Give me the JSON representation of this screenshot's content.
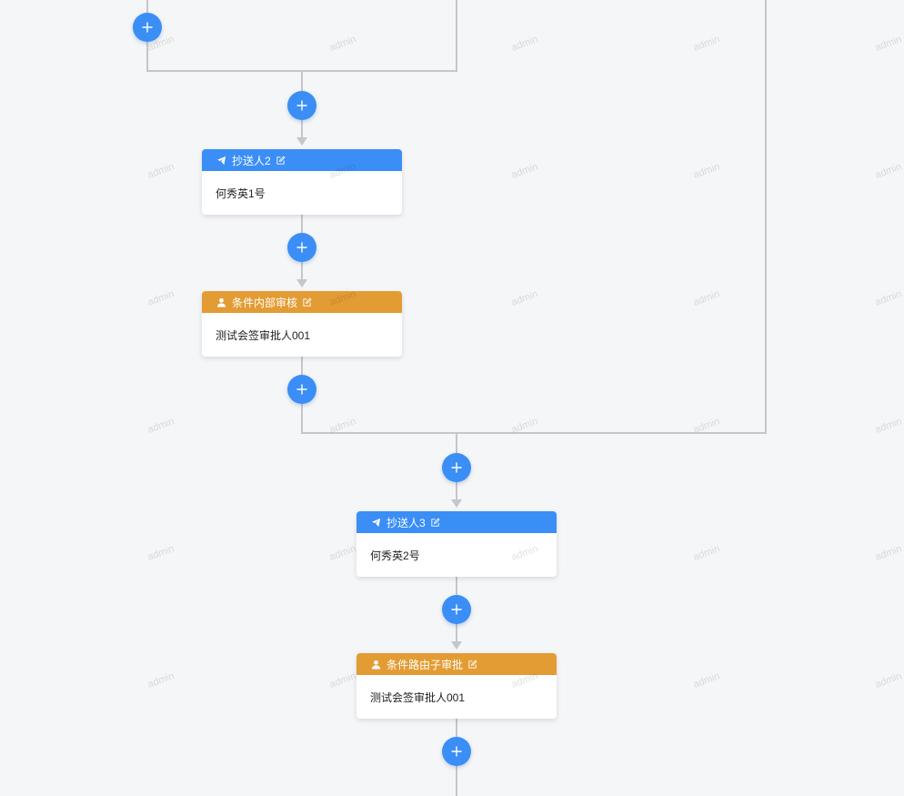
{
  "nodes": [
    {
      "type": "cc",
      "title": "抄送人2",
      "body": "何秀英1号",
      "color": "#3a8ef6"
    },
    {
      "type": "approver",
      "title": "条件内部审核",
      "body": "测试会签审批人001",
      "color": "#e39c34"
    },
    {
      "type": "cc",
      "title": "抄送人3",
      "body": "何秀英2号",
      "color": "#3a8ef6"
    },
    {
      "type": "approver",
      "title": "条件路由子审批",
      "body": "测试会签审批人001",
      "color": "#e39c34"
    }
  ],
  "icons": {
    "add": "plus-icon",
    "cc": "send-icon",
    "approver": "user-icon",
    "edit": "edit-icon"
  },
  "watermark": "admin"
}
